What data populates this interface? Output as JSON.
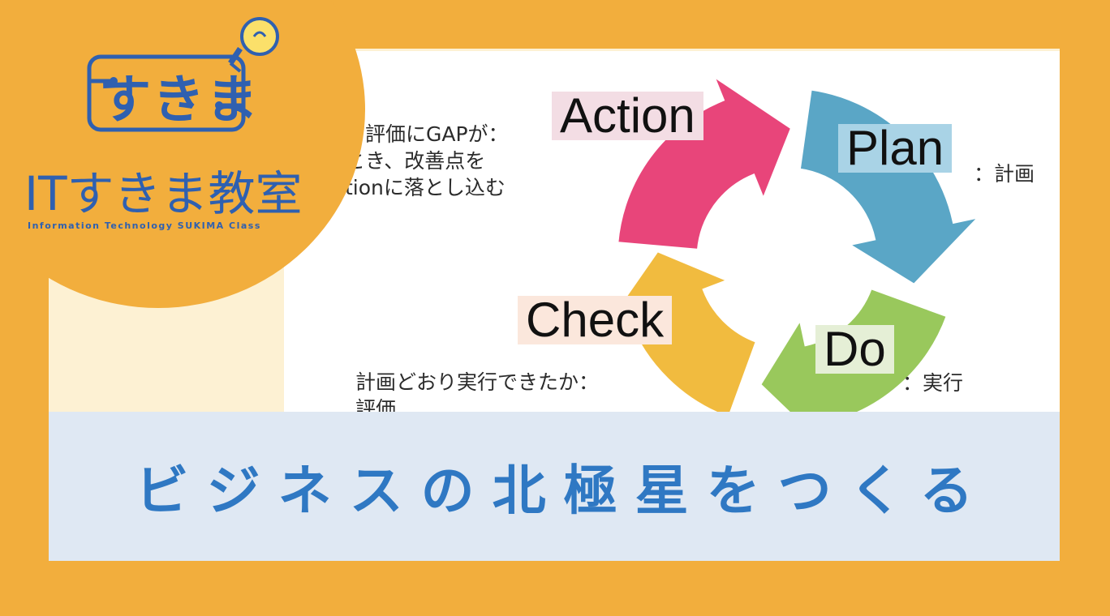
{
  "logo": {
    "wordmark": "すきま",
    "name": "ITすきま教室",
    "subtitle": "Information Technology SUKIMA Class"
  },
  "diagram": {
    "action": {
      "label": "Action",
      "color": "#e8457a",
      "label_bg": "#f3dde4",
      "note_lines": [
        "と評価にGAPが：",
        "とき、改善点を",
        "tionに落とし込む"
      ]
    },
    "plan": {
      "label": "Plan",
      "color": "#5aa6c6",
      "label_bg": "#a9d3e6",
      "suffix": "：計画"
    },
    "do": {
      "label": "Do",
      "color": "#99c85c",
      "label_bg": "#e5efd6",
      "suffix": "：実行"
    },
    "check": {
      "label": "Check",
      "color": "#f1bb3f",
      "label_bg": "#fbe7dc",
      "note_lines": [
        "計画どおり実行できたか：",
        "評価"
      ]
    }
  },
  "banner": {
    "title": "ビジネスの北極星をつくる",
    "text_color": "#2f78c3",
    "bg": "#dfe8f3"
  }
}
